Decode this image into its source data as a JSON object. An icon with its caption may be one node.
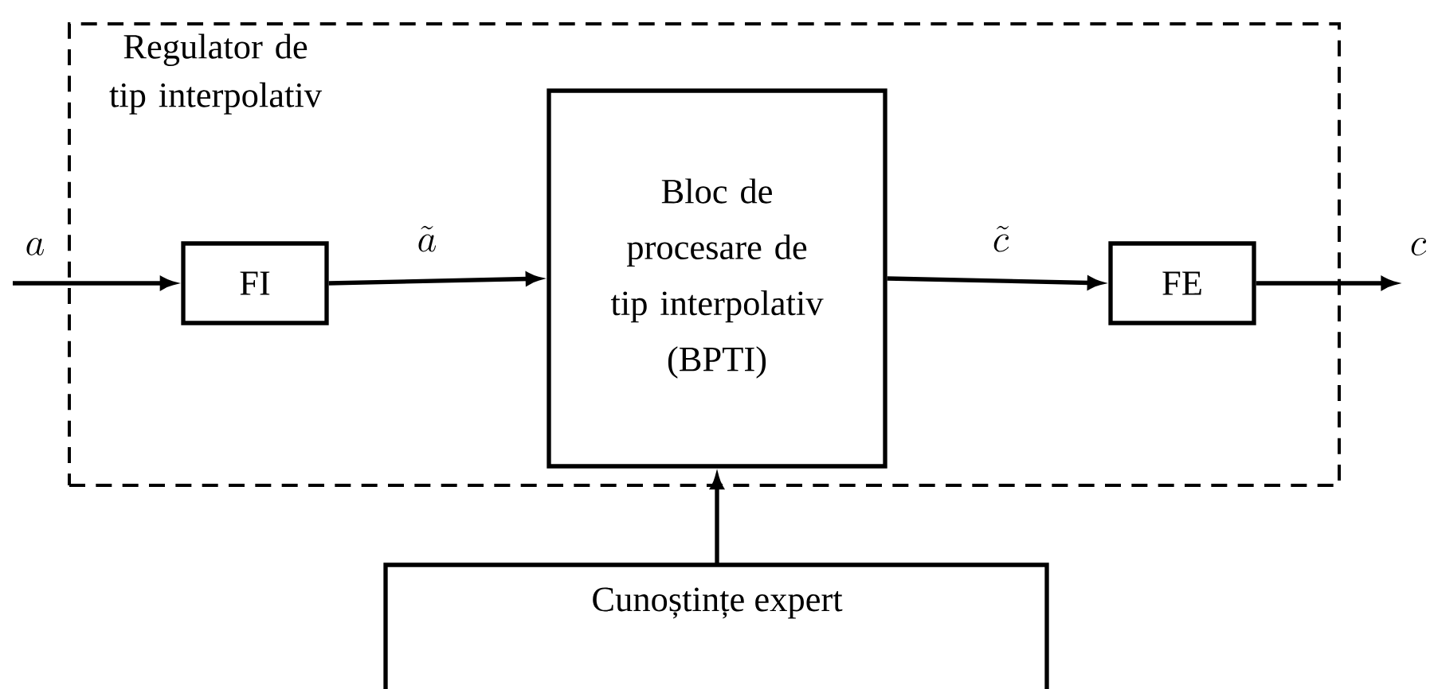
{
  "diagram": {
    "nodes": [
      {
        "text": [
          "Regulator de tip interpolativ"
        ]
      },
      {
        "text": [
          "FI"
        ],
        "in": 0
      },
      {
        "text": [
          "Bloc de procesare de tip interpolativ (BPTI)"
        ],
        "in": 0
      },
      {
        "text": [
          "FE"
        ],
        "in": 0
      },
      {
        "text": [
          "Cunoștințe expert"
        ]
      }
    ],
    "edges": [
      {
        "from": null,
        "to": 1,
        "arrow": "to",
        "label": "a"
      },
      {
        "from": 1,
        "to": 2,
        "arrow": "to",
        "label": "\\tilde{a}"
      },
      {
        "from": 2,
        "to": 3,
        "arrow": "to",
        "label": "\\tilde{c}"
      },
      {
        "from": 3,
        "to": null,
        "arrow": "to",
        "label": "c"
      },
      {
        "from": 4,
        "to": 2,
        "arrow": "to"
      }
    ]
  }
}
